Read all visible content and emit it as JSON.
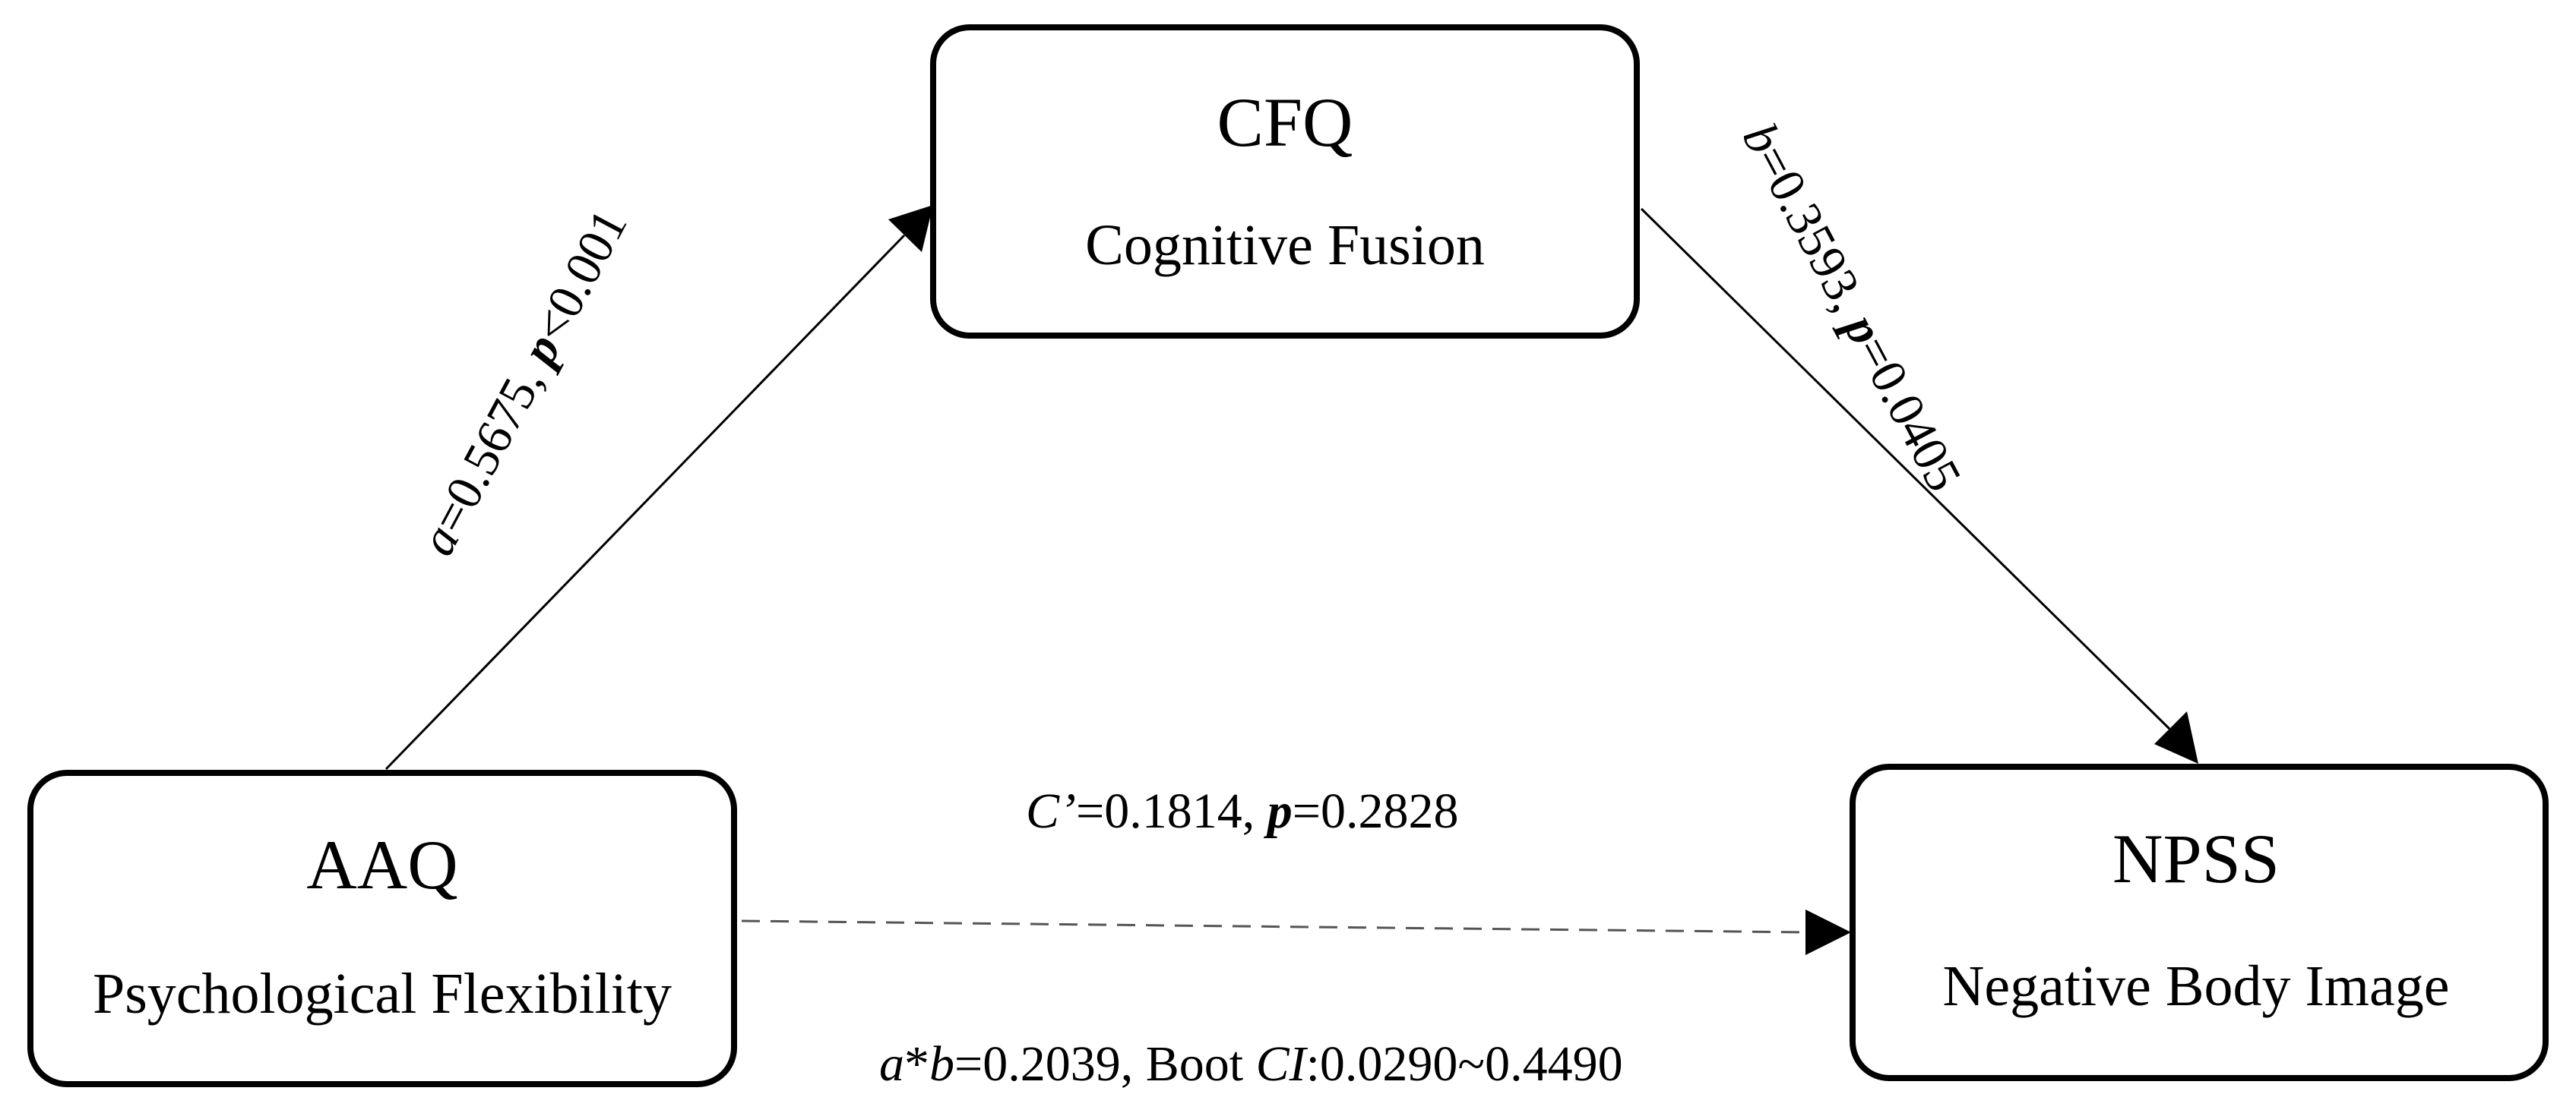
{
  "nodes": {
    "cfq": {
      "title": "CFQ",
      "subtitle": "Cognitive Fusion"
    },
    "aaq": {
      "title": "AAQ",
      "subtitle": "Psychological Flexibility"
    },
    "npss": {
      "title": "NPSS",
      "subtitle": "Negative Body Image"
    }
  },
  "paths": {
    "a": {
      "coef_symbol": "a",
      "coef_value": "=0.5675, ",
      "p_symbol": "p",
      "p_value": "<0.001"
    },
    "b": {
      "coef_symbol": "b",
      "coef_value": "=0.3593, ",
      "p_symbol": "p",
      "p_value": "=0.0405"
    },
    "c_prime": {
      "coef_symbol": "C’",
      "coef_value": "=0.1814, ",
      "p_symbol": "p",
      "p_value": "=0.2828"
    },
    "indirect": {
      "a_symbol": "a",
      "star": "*",
      "b_symbol": "b",
      "value": "=0.2039, Boot ",
      "ci_symbol": "CI",
      "ci_value": ":0.0290~0.4490"
    }
  },
  "colors": {
    "stroke": "#000000",
    "dashed": "#555555",
    "background": "#ffffff"
  }
}
